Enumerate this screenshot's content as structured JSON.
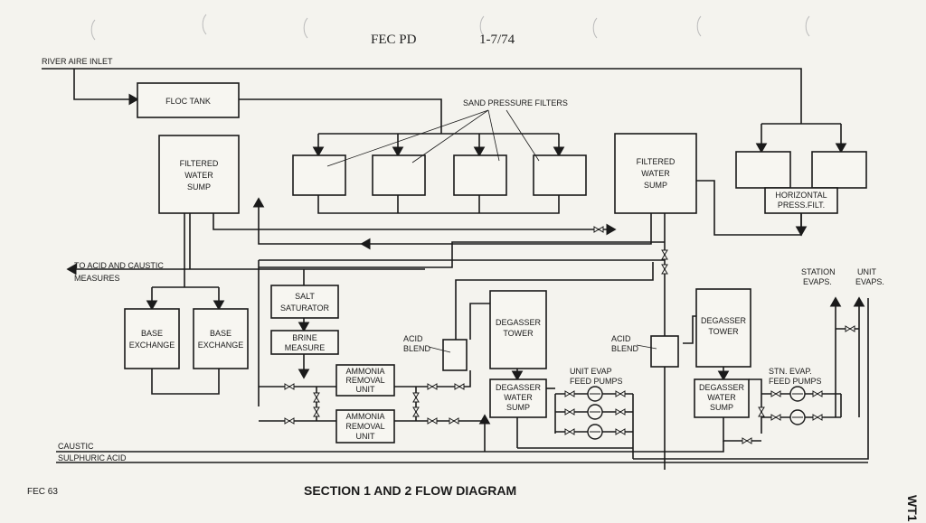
{
  "header": {
    "left": "FEC PD",
    "right": "1-7/74"
  },
  "inlet": {
    "river": "RIVER AIRE INLET"
  },
  "boxes": {
    "floc_tank": "FLOC TANK",
    "filtered_sump_1": [
      "FILTERED",
      "WATER",
      "SUMP"
    ],
    "filtered_sump_2": [
      "FILTERED",
      "WATER",
      "SUMP"
    ],
    "base_exchange": [
      "BASE",
      "EXCHANGE"
    ],
    "salt_saturator": [
      "SALT",
      "SATURATOR"
    ],
    "brine_measure": [
      "BRINE",
      "MEASURE"
    ],
    "ammonia_removal": [
      "AMMONIA",
      "REMOVAL",
      "UNIT"
    ],
    "degasser_tower": [
      "DEGASSER",
      "TOWER"
    ],
    "degasser_sump": [
      "DEGASSER",
      "WATER",
      "SUMP"
    ]
  },
  "labels": {
    "sand_filters": "SAND PRESSURE FILTERS",
    "horizontal": [
      "HORIZONTAL",
      "PRESS.FILT."
    ],
    "to_acid": [
      "TO ACID AND CAUSTIC",
      "MEASURES"
    ],
    "acid_blend": [
      "ACID",
      "BLEND"
    ],
    "unit_evap_pumps": [
      "UNIT EVAP",
      "FEED PUMPS"
    ],
    "stn_evap_pumps": [
      "STN. EVAP.",
      "FEED PUMPS"
    ],
    "station_evaps": [
      "STATION",
      "EVAPS."
    ],
    "unit_evaps": [
      "UNIT",
      "EVAPS."
    ],
    "caustic": "CAUSTIC",
    "sulphuric": "SULPHURIC ACID"
  },
  "footer": {
    "code": "FEC 63",
    "title": "SECTION 1 AND 2 FLOW DIAGRAM",
    "side": "WT1"
  }
}
